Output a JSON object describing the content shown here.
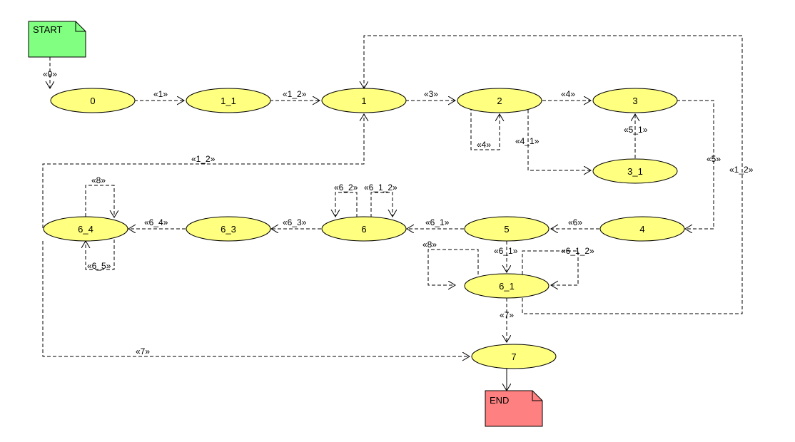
{
  "colors": {
    "state_fill": "#FFFF80",
    "state_stroke": "#000000",
    "start_fill": "#80FF80",
    "end_fill": "#FF8080",
    "edge_stroke": "#000000",
    "background": "#FFFFFF"
  },
  "start": {
    "label": "START"
  },
  "end": {
    "label": "END"
  },
  "states": {
    "s0": "0",
    "s1_1": "1_1",
    "s1": "1",
    "s2": "2",
    "s3": "3",
    "s3_1": "3_1",
    "s4": "4",
    "s5": "5",
    "s6": "6",
    "s6_1": "6_1",
    "s6_3": "6_3",
    "s6_4": "6_4",
    "s7": "7"
  },
  "transitions": {
    "t_start_0": "«0»",
    "t_0_1_1": "«1»",
    "t_1_1_1": "«1_2»",
    "t_1_2": "«3»",
    "t_2_3": "«4»",
    "t_2_self": "«4»",
    "t_2_3_1": "«4_1»",
    "t_3_1_3": "«5_1»",
    "t_3_4": "«5»",
    "t_6_1_1": "«1_2»",
    "t_6_4_1": "«1_2»",
    "t_4_5": "«6»",
    "t_5_6": "«6_1»",
    "t_5_6_1": "«6_1»",
    "t_6_6_3": "«6_3»",
    "t_6_3_6_4": "«6_4»",
    "t_6_self_a": "«6_2»",
    "t_6_self_b": "«6_1_2»",
    "t_6_4_self_a": "«8»",
    "t_6_4_self_b": "«6_5»",
    "t_6_1_self_a": "«8»",
    "t_6_1_self_b": "«6_1_2»",
    "t_6_1_7": "«7»",
    "t_6_4_7": "«7»"
  }
}
